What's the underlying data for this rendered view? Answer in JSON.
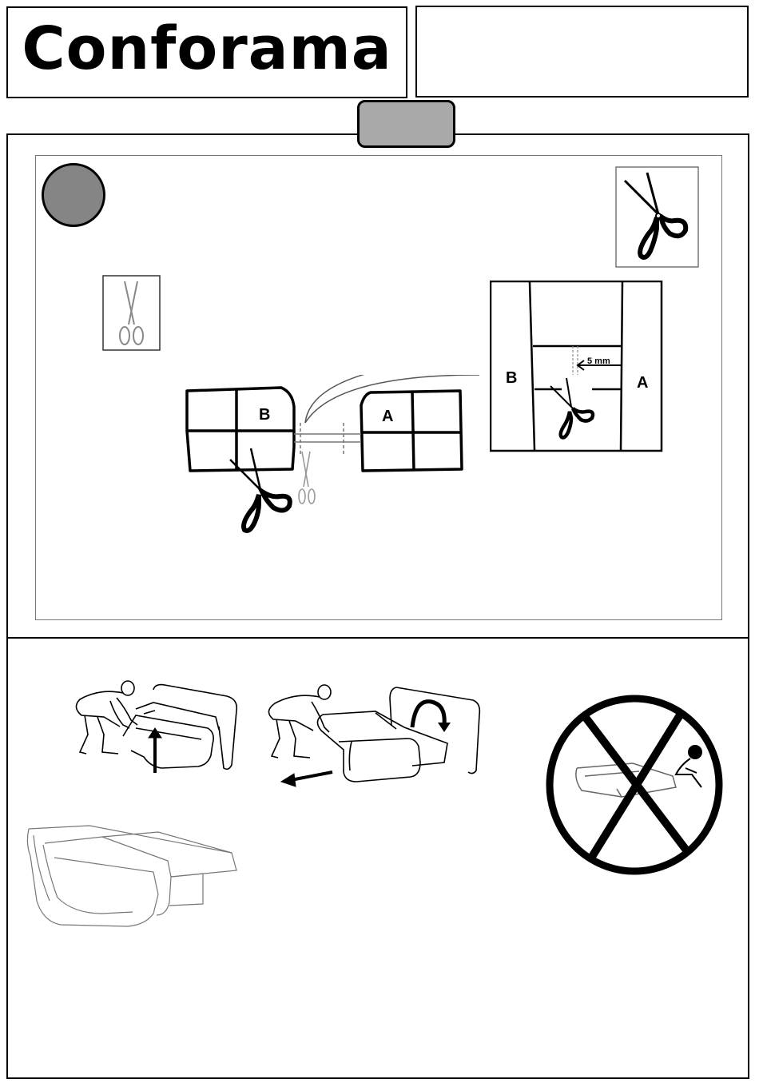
{
  "header": {
    "brand": "Conforama",
    "reference": ""
  },
  "step": {
    "tab_label": "",
    "number": ""
  },
  "cut_diagram": {
    "label_b": "B",
    "label_a": "A",
    "detail_label_b": "B",
    "detail_label_a": "A",
    "measurement": "5 mm"
  },
  "icons": {
    "scissors": "scissors-icon",
    "prohibited": "no-sitting-icon"
  }
}
